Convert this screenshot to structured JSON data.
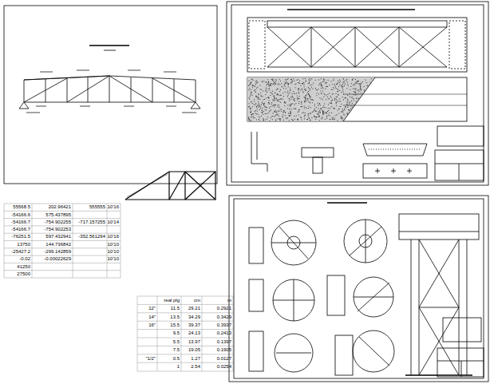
{
  "diagram": {
    "labels": [
      "55568.5",
      "202.96421",
      "555555",
      "10'16",
      "-54166.6",
      "575.437895",
      "-54166.7",
      "-754.902255",
      "-717.157255",
      "10'14",
      "-54166.7",
      "-754.902253",
      "-76251.5",
      "597.432941",
      "-352.561294",
      "10'16",
      "13750",
      "144.736842",
      "10'10",
      "-25427.2",
      "-299.142859",
      "10'10",
      "-0.02",
      "-0.00022629",
      "10'10",
      "41250",
      "27500",
      "real plg",
      "cm",
      "m",
      "12\"",
      "11.5",
      "29.21",
      "0.2921",
      "14\"",
      "13.5",
      "34.29",
      "0.3429",
      "16\"",
      "15.5",
      "39.37",
      "0.3937",
      "9.5",
      "24.13",
      "0.2413",
      "5.5",
      "13.97",
      "0.1397",
      "7.5",
      "19.05",
      "0.1905",
      "\"1/2\"",
      "0.5",
      "1.27",
      "0.0127",
      "1",
      "2.54",
      "0.0254"
    ]
  }
}
